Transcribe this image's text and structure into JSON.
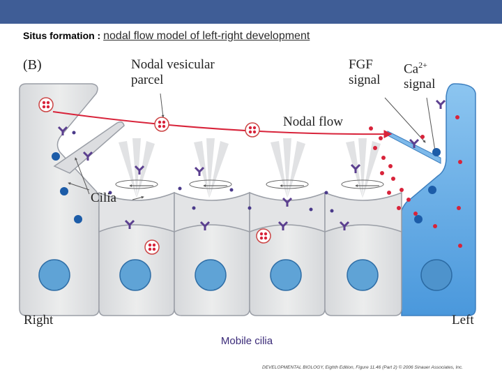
{
  "slide": {
    "title_prefix": "Situs formation : ",
    "title_main": "nodal flow model of left-right development",
    "caption": "Mobile cilia",
    "credit": "DEVELOPMENTAL BIOLOGY, Eighth Edition, Figure 11.46 (Part 2)   © 2006 Sinauer Associates, Inc."
  },
  "figure": {
    "panel_label": "(B)",
    "parcel_label": [
      "Nodal vesicular",
      "parcel"
    ],
    "fgf_label": [
      "FGF",
      "signal"
    ],
    "ca_label": [
      "Ca",
      "2+",
      "signal"
    ],
    "flow_label": "Nodal flow",
    "cilia_label": "Cilia",
    "right_label": "Right",
    "left_label": "Left"
  },
  "colors": {
    "header_bar": "#3f5d96",
    "cell_fill": "#e2e3e5",
    "cell_stroke": "#9a9ea6",
    "left_cell_fill": "#6aaee6",
    "nucleus": "#5fa3d6",
    "parcel_red": "#d8233a",
    "receptor_purple": "#5b3f8f",
    "signal_blue": "#1c5ca8",
    "caption_text": "#3a2a78"
  }
}
